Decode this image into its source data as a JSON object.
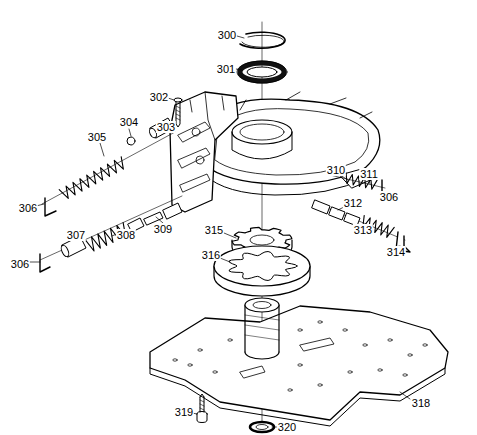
{
  "diagram": {
    "labels": [
      "300",
      "301",
      "302",
      "303",
      "304",
      "305",
      "306",
      "307",
      "308",
      "309",
      "310",
      "311",
      "306",
      "312",
      "313",
      "314",
      "315",
      "316",
      "318",
      "320",
      "319",
      "306"
    ]
  }
}
